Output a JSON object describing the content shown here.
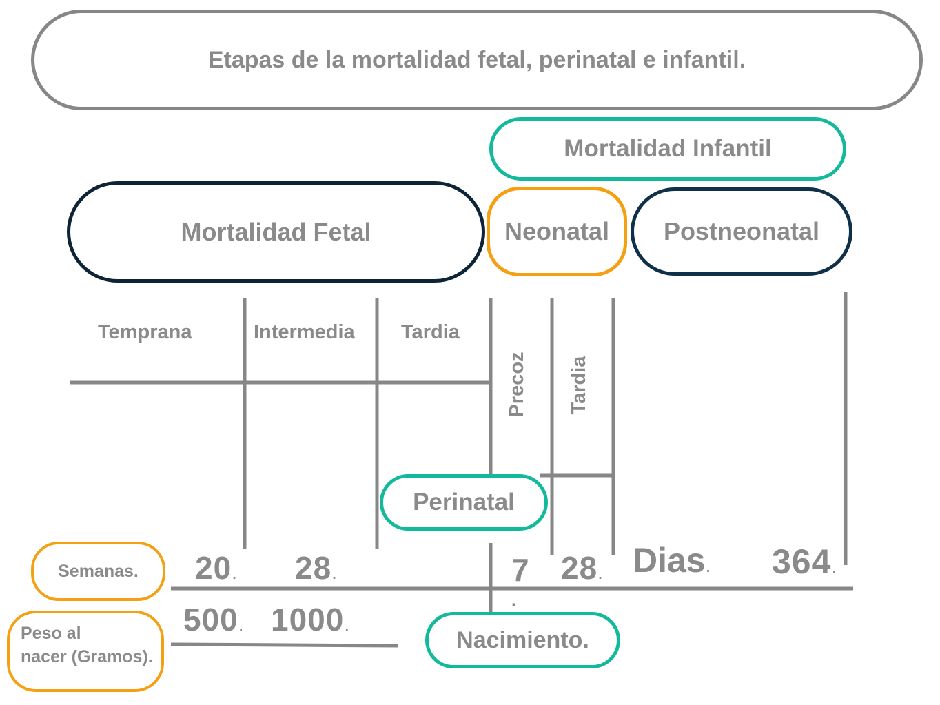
{
  "title": "Etapas de la mortalidad fetal, perinatal e infantil.",
  "boxes": {
    "infantil": "Mortalidad Infantil",
    "fetal": "Mortalidad Fetal",
    "neonatal": "Neonatal",
    "postneonatal": "Postneonatal",
    "perinatal": "Perinatal",
    "nacimiento": "Nacimiento."
  },
  "fetal_stages": {
    "temprana": "Temprana",
    "intermedia": "Intermedia",
    "tardia": "Tardia"
  },
  "neonatal_stages": {
    "precoz": "Precoz",
    "tardia": "Tardia"
  },
  "row_labels": {
    "semanas": "Semanas.",
    "peso_line1": "Peso al",
    "peso_line2": "nacer (Gramos)."
  },
  "semanas": {
    "v20": "20",
    "v28": "28"
  },
  "dias": {
    "v7": "7",
    "v28": "28",
    "label": "Dias",
    "v364": "364"
  },
  "peso": {
    "v500": "500",
    "v1000": "1000"
  },
  "colors": {
    "gray": "#878787",
    "navy": "#0e2336",
    "teal": "#12b99b",
    "orange": "#f5a012"
  }
}
